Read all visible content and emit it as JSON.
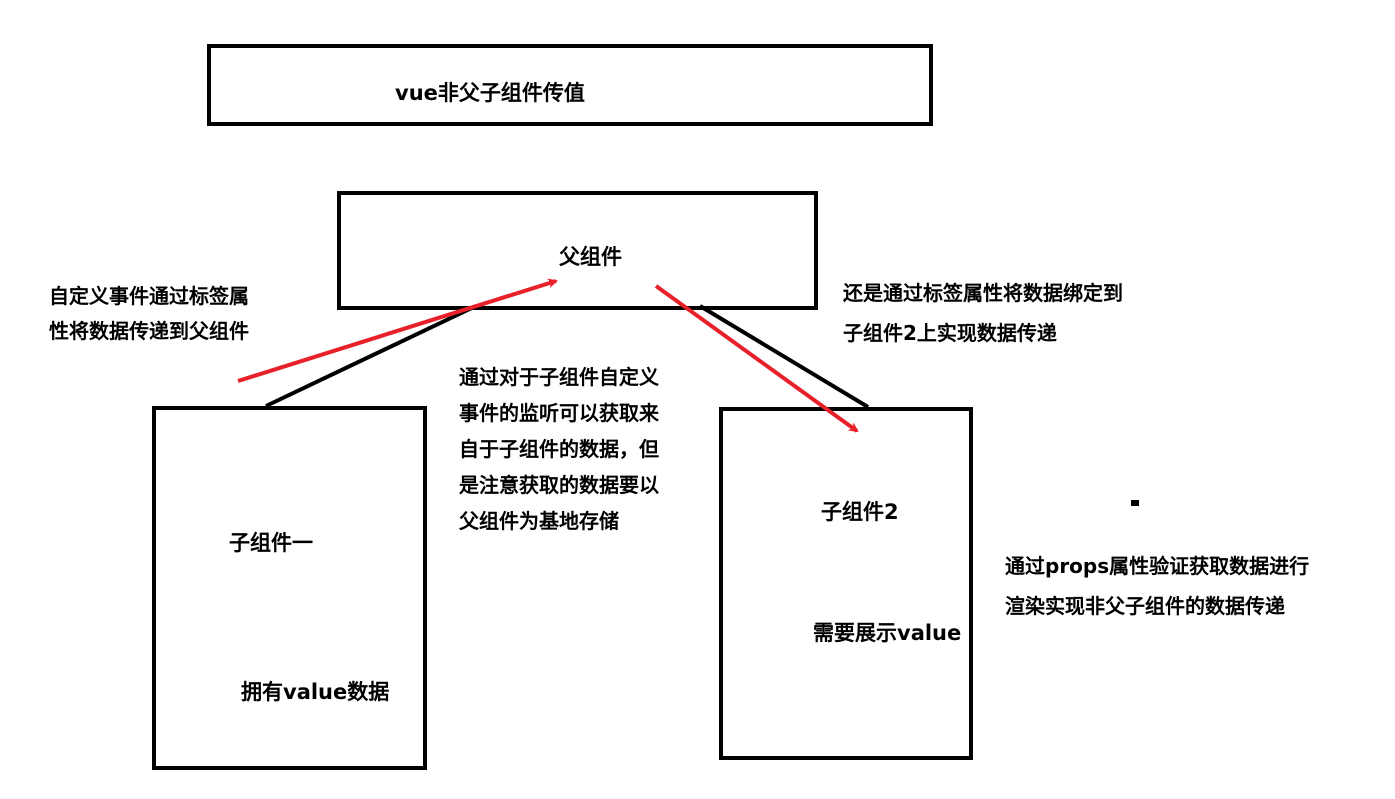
{
  "title": "vue非父子组件传值",
  "nodes": {
    "parent": "父组件",
    "child1": "子组件一",
    "child1_data": "拥有value数据",
    "child2": "子组件2",
    "child2_data": "需要展示value"
  },
  "annotations": {
    "custom_event": [
      "自定义事件通过标签属",
      "性将数据传递到父组件"
    ],
    "listen": [
      "通过对于子组件自定义",
      "事件的监听可以获取来",
      "自于子组件的数据，但",
      "是注意获取的数据要以",
      "父组件为基地存储"
    ],
    "bind_attr": [
      "还是通过标签属性将数据绑定到",
      "子组件2上实现数据传递"
    ],
    "props": [
      "通过props属性验证获取数据进行",
      "渲染实现非父子组件的数据传递"
    ]
  },
  "colors": {
    "line": "#000000",
    "arrow": "#e8202a"
  }
}
